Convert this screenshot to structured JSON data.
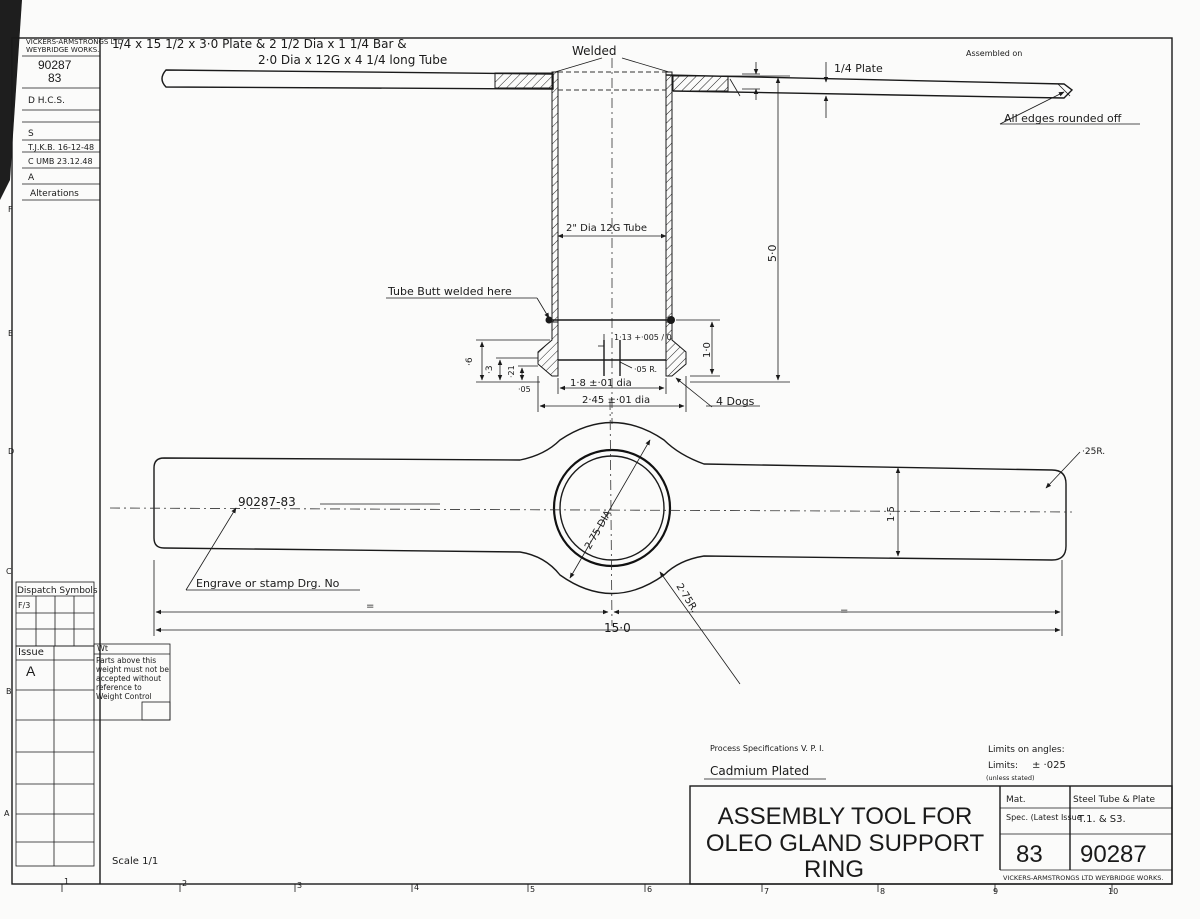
{
  "company": {
    "line1": "VICKERS-ARMSTRONGS LTD",
    "line2": "WEYBRIDGE WORKS."
  },
  "drawing": {
    "number": "90287",
    "issue_no": "83"
  },
  "side_block": {
    "dhcs": "D H.C.S.",
    "s_label": "S",
    "t_entry": "T.J.K.B. 16-12-48",
    "c_entry": "C UMB 23.12.48",
    "a_entry": "A",
    "alterations": "Alterations"
  },
  "materials_note": {
    "line1": "1/4 x 15 1/2 x 3·0 Plate & 2 1/2 Dia x 1 1/4 Bar &",
    "line2": "2·0 Dia x 12G x 4 1/4 long Tube"
  },
  "annotations": {
    "welded": "Welded",
    "assembled_on": "Assembled on",
    "plate": "1/4 Plate",
    "edges": "All edges rounded off",
    "tube": "2\" Dia 12G Tube",
    "butt": "Tube Butt welded here",
    "dim_50": "5·0",
    "dim_10": "1·0",
    "dim_6": "·6",
    "dim_3": "·3",
    "dim_21": "·21",
    "dim_05": "·05",
    "dim_113": "1·13 +·005 / 0",
    "dim_05r": "·05 R.",
    "dim_18": "1·8 ±·01 dia",
    "dim_245": "2·45 ±·01 dia",
    "dogs": "4 Dogs",
    "part_no": "90287-83",
    "dia": "2·75 DIA",
    "r25": "·25R.",
    "r275": "2·75R.",
    "dim_15": "1·5",
    "equal": "=",
    "length": "15·0",
    "engrave": "Engrave or stamp Drg. No"
  },
  "dispatch": {
    "title": "Dispatch Symbols",
    "f3": "F/3"
  },
  "issue": {
    "title": "Issue",
    "value": "A"
  },
  "weight_box": {
    "wt": "Wt",
    "text": "Parts above this weight must not be accepted without reference to Weight Control"
  },
  "scale": "Scale 1/1",
  "process_spec": "Process Specifications  V. P. I.",
  "finish": "Cadmium Plated",
  "limits": {
    "angles": "Limits on angles:",
    "label": "Limits:",
    "value": "± ·025",
    "note": "(unless stated)"
  },
  "title_block": {
    "line1": "ASSEMBLY TOOL FOR",
    "line2": "OLEO GLAND SUPPORT",
    "line3": "RING",
    "mat_label": "Mat.",
    "mat_value": "Steel Tube & Plate",
    "spec_label": "Spec. (Latest Issue",
    "spec_value": "T.1. & S3.",
    "issue": "83",
    "number": "90287",
    "footer": "VICKERS-ARMSTRONGS LTD WEYBRIDGE WORKS."
  },
  "zones": {
    "rows": [
      "F",
      "E",
      "D",
      "C",
      "B",
      "A"
    ],
    "cols": [
      "1",
      "2",
      "3",
      "4",
      "5",
      "6",
      "7",
      "8",
      "9",
      "10"
    ]
  }
}
